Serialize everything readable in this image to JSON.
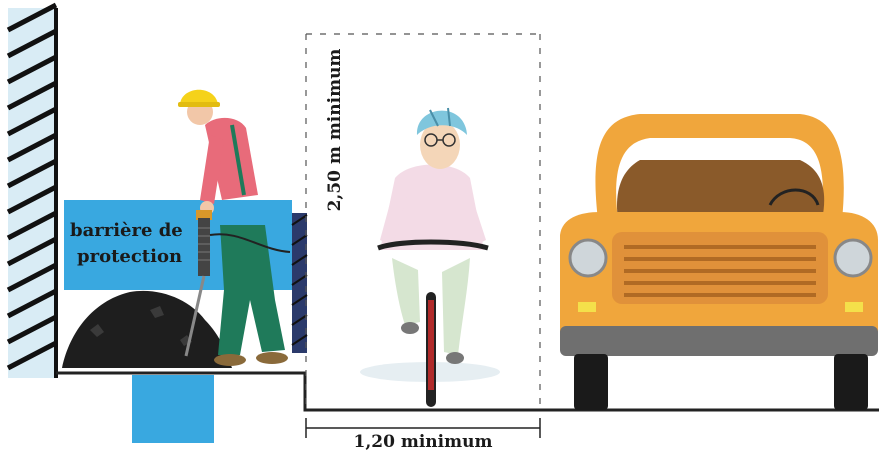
{
  "labels": {
    "barrier_line1": "barrière de",
    "barrier_line2": "protection",
    "height_label": "2,50 m minimum",
    "width_label": "1,20 minimum"
  },
  "colors": {
    "barrier_fill": "#39a8e0",
    "car_body": "#f0a63c",
    "helmet_worker": "#f5d21a",
    "helmet_cyclist": "#7fc6dd",
    "ground_line": "#222222"
  }
}
